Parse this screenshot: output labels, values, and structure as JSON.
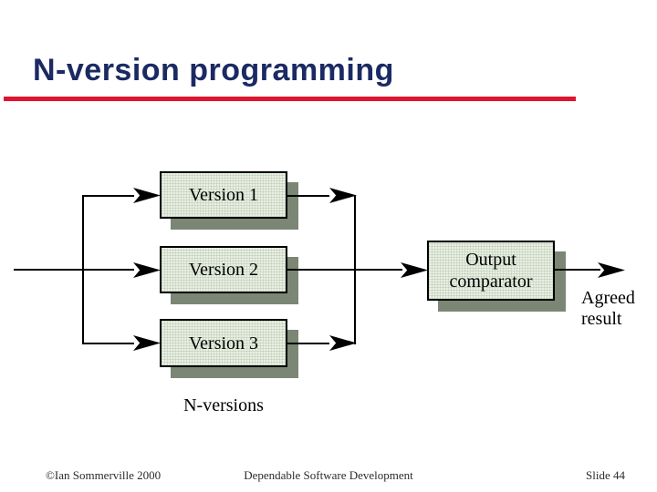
{
  "slide": {
    "title": "N-version programming",
    "title_color": "#1b2a63",
    "accent_rule_color": "#de1430"
  },
  "diagram": {
    "boxes": [
      {
        "label": "Version 1"
      },
      {
        "label": "Version 2"
      },
      {
        "label": "Version 3"
      },
      {
        "label": "Output comparator"
      }
    ],
    "labels": {
      "group": "N-versions",
      "output": "Agreed result"
    },
    "box_fill_color": "#e9efe3",
    "shadow_color": "#7c8674",
    "line_color": "#000000"
  },
  "footer": {
    "left": "©Ian Sommerville 2000",
    "center": "Dependable Software Development",
    "right": "Slide 44"
  }
}
